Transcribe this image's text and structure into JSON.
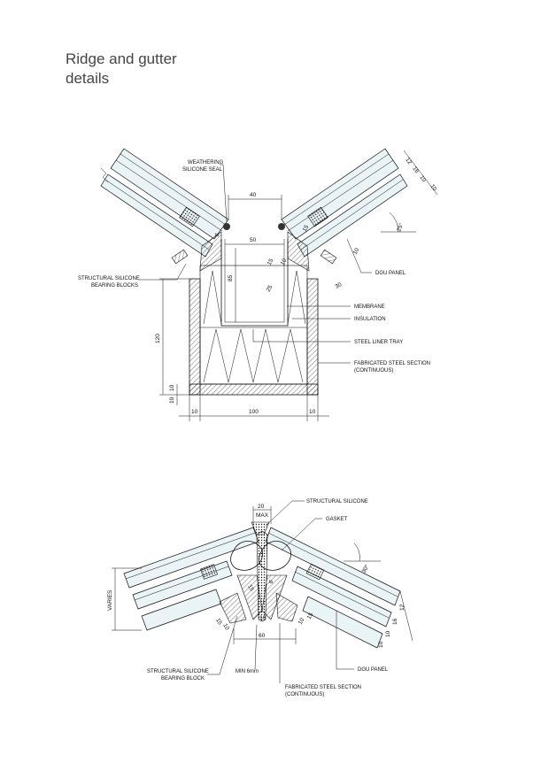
{
  "title": {
    "line1": "Ridge and gutter",
    "line2": "details"
  },
  "gutter_detail": {
    "labels": {
      "weathering_seal_1": "WEATHERING",
      "weathering_seal_2": "SILICONE SEAL",
      "structural_silicone_1": "STRUCTURAL SILICONE",
      "structural_silicone_2": "BEARING BLOCKS",
      "dgu_panel": "DGU PANEL",
      "membrane": "MEMBRANE",
      "insulation": "INSULATION",
      "steel_liner_tray": "STEEL LINER TRAY",
      "fabricated_steel_1": "FABRICATED STEEL SECTION",
      "fabricated_steel_2": "(CONTINUOUS)"
    },
    "dims": {
      "top_width": "40",
      "inner_width": "50",
      "depth": "85",
      "height": "120",
      "base_width": "100",
      "left_wall": "10",
      "right_wall": "10",
      "base_thk_a": "10",
      "base_thk_b": "10",
      "angle_1": "25",
      "angle_2": "30",
      "small_1": "6",
      "small_2": "15",
      "small_3": "15",
      "small_4": "10",
      "panel_1": "12",
      "panel_2": "16",
      "panel_3": "10",
      "panel_4": "10",
      "gap": "10",
      "slope": "25°"
    }
  },
  "ridge_detail": {
    "labels": {
      "structural_silicone": "STRUCTURAL SILICONE",
      "gasket": "GASKET",
      "dgu_panel": "DGU PANEL",
      "bearing_block_1": "STRUCTURAL SILICONE",
      "bearing_block_2": "BEARING BLOCK",
      "min": "MIN 6mm",
      "fabricated_steel_1": "FABRICATED STEEL SECTION",
      "fabricated_steel_2": "(CONTINUOUS)",
      "varies": "VARIES"
    },
    "dims": {
      "max_gap": "20",
      "max": "MAX",
      "angle": "30°",
      "base": "60",
      "web": "10",
      "d1": "10",
      "d2": "15",
      "d3": "15",
      "d4": "10",
      "p1": "12",
      "p2": "16",
      "p3": "10",
      "p4": "10",
      "l1": "15",
      "l2": "6"
    }
  }
}
